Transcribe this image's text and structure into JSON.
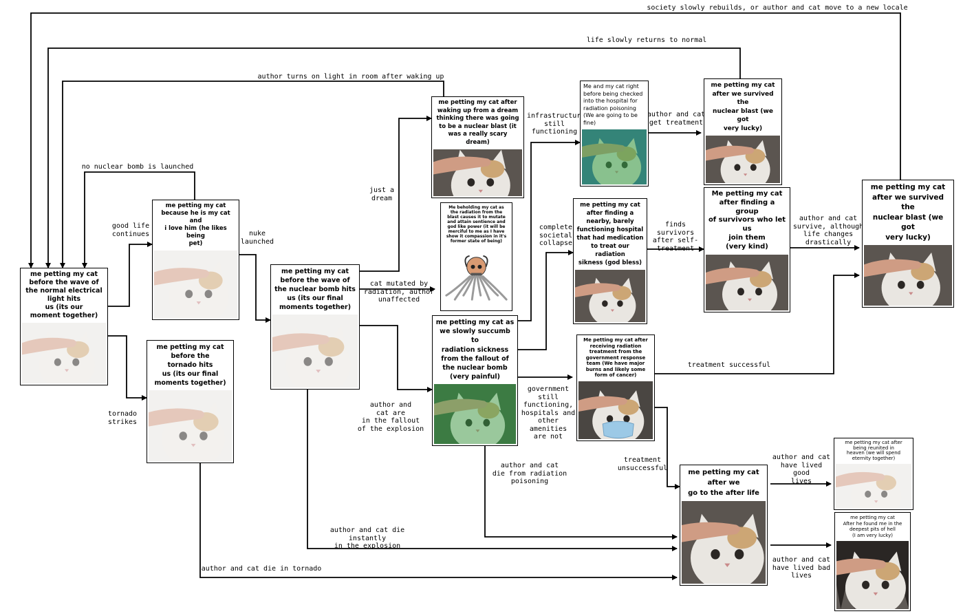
{
  "edge_labels": {
    "top_loop": "society slowly rebuilds, or author and cat move to a new locale",
    "life_normal": "life slowly returns to normal",
    "light_on": "author turns on light in room after waking up",
    "no_nuke": "no nuclear bomb is launched",
    "good_life": "good life\ncontinues",
    "tornado_strikes": "tornado\nstrikes",
    "nuke_launched": "nuke\nlaunched",
    "just_dream": "just a\ndream",
    "cat_mutated": "cat mutated by\nradiation, author\nunaffected",
    "in_fallout": "author and\ncat are\nin the fallout\nof the explosion",
    "infra": "infrastructure\nstill\nfunctioning",
    "collapse": "complete\nsocietal\ncollapse",
    "gov": "government still\nfunctioning,\nhospitals and\nother amenities\nare not",
    "get_treatment": "author and cat\nget treatment",
    "found_survivors": "finds survivors\nafter self-\ntreatment",
    "survive_changes": "author and cat\nsurvive, although\nlife changes\ndrastically",
    "treat_success": "treatment successful",
    "treat_fail": "treatment\nunsuccessful",
    "die_radiation": "author and cat\ndie from radiation\npoisoning",
    "die_instantly": "author and cat die instantly\nin the explosion",
    "die_tornado": "author and cat die in tornado",
    "good_lives": "author and cat\nhave lived good\nlives",
    "bad_lives": "author and cat\nhave lived bad\nlives"
  },
  "cards": {
    "start": "me petting my cat\nbefore the wave of\nthe normal electrical light hits\nus (its our\nmoment together)",
    "because": "me petting my cat\nbecause he is my cat and\ni love him (he likes being\npet)",
    "tornado": "me petting my cat\nbefore the\ntornado hits\nus (its our final\nmoments together)",
    "nuclear": "me petting my cat\nbefore the wave of\nthe nuclear bomb hits\nus (its our final\nmoments together)",
    "dream": "me petting my cat after\nwaking up from a dream\nthinking there was going\nto be a nuclear blast (it\nwas a really scary\ndream)",
    "mutant": "Me beholding my cat as\nthe radiation from the\nblast causes it to mutate\nand attain sentience and\ngod like power (it will be\nmerciful to me as I have\nshow it compassion in it's\nformer state of being)",
    "succumb": "me petting my cat as\nwe slowly succumb to\nradiation sickness\nfrom the fallout of\nthe nuclear bomb\n(very painful)",
    "hospital_checkin": "Me and my cat right\nbefore being checked\ninto the hospital for\nradiation poisoning\n(We are going to be\nfine)",
    "barely_hospital": "me petting my cat\nafter finding a\nnearby, barely\nfunctioning hospital\nthat had medication\nto treat our radiation\nsikness (god bless)",
    "gov_treatment": "Me petting my cat after\nreceiving radiation\ntreatment from the\ngovernment response\nteam (We have major\nburns and likely some\nform of cancer)",
    "survived_top": "me petting my cat\nafter we survived the\nnuclear blast (we got\nvery lucky)",
    "survivors_group": "Me petting my cat\nafter finding a group\nof survivors who let us\njoin them\n(very kind)",
    "survived_final": "me petting my cat\nafter we survived the\nnuclear blast (we got\nvery lucky)",
    "afterlife": "me petting my cat\nafter we\ngo to the after life",
    "heaven": "me petting my cat after\nbeing reunited in\nheaven (we will spend\neternity together)",
    "hell": "me petting my cat\nAfter he found me in the\ndeepest pits of hell\n(I am very lucky)"
  },
  "colors": {
    "line": "#000000",
    "background": "#ffffff",
    "cat_fur": "#e9e6e1",
    "cat_orange": "#c79a62",
    "hand": "#cf9c84",
    "green_tint": "#3aa34a",
    "mask_blue": "#9cc9e6"
  }
}
